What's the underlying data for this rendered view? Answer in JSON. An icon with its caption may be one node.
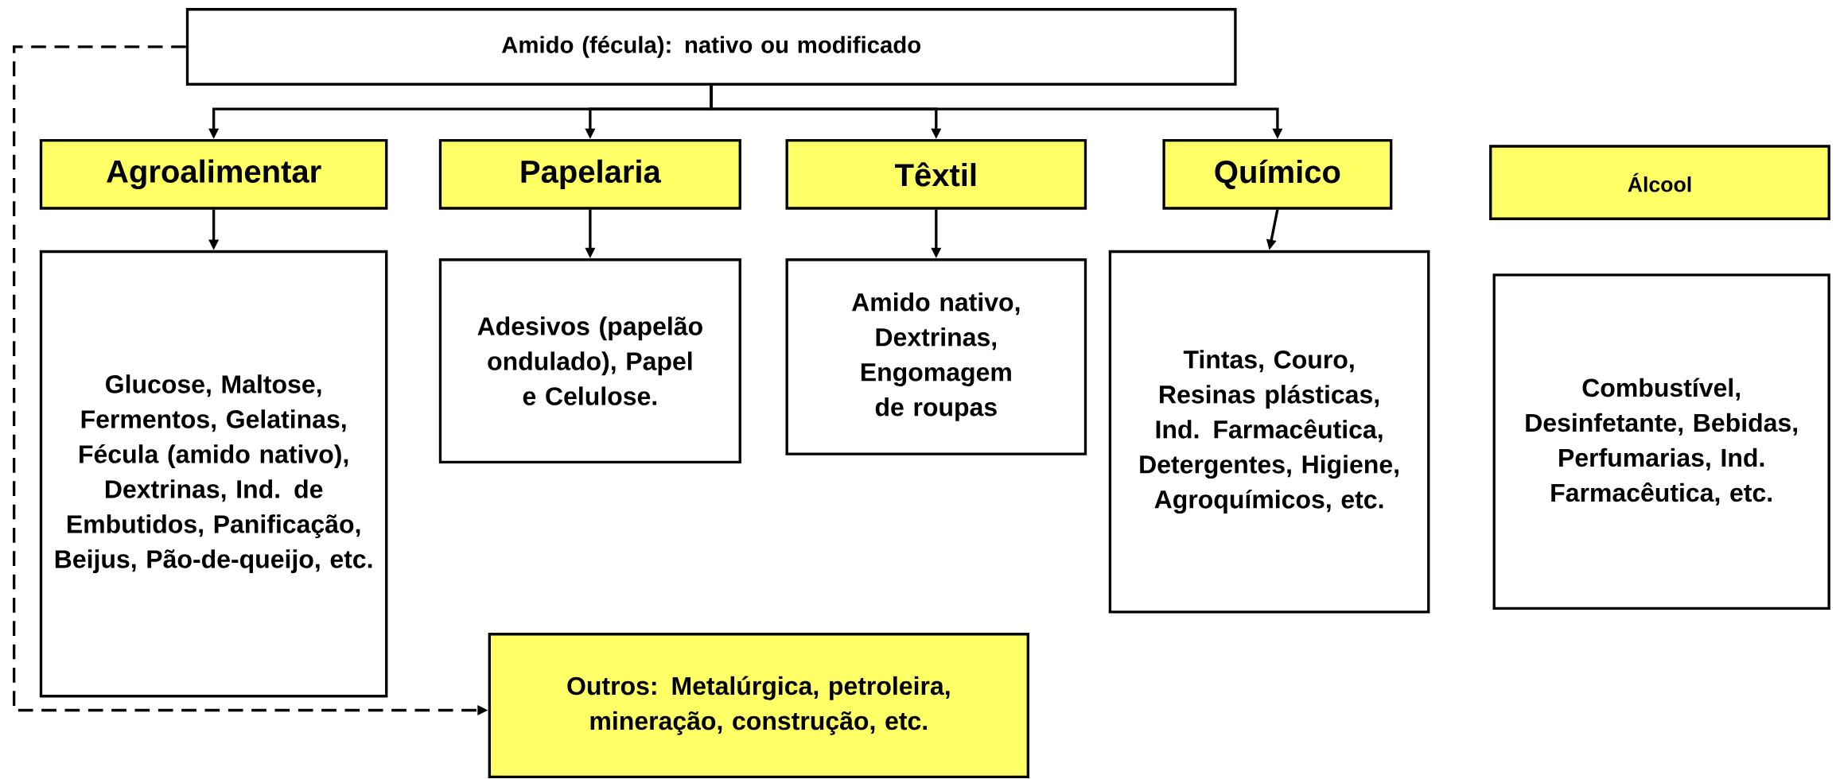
{
  "diagram": {
    "nodes": [
      {
        "text": [
          "Amido (fécula): nativo ou modificado"
        ]
      },
      {
        "text": [
          "Agroalimentar"
        ]
      },
      {
        "text": [
          "Papelaria"
        ]
      },
      {
        "text": [
          "Têxtil"
        ]
      },
      {
        "text": [
          "Químico"
        ]
      },
      {
        "text": [
          "Álcool"
        ]
      },
      {
        "text": [
          "Glucose, Maltose, Fermentos, Gelatinas, Fécula (amido nativo), Dextrinas, Ind. de Embutidos, Panificação, Beijus, Pão-de-queijo, etc."
        ]
      },
      {
        "text": [
          "Adesivos (papelão ondulado), Papel e Celulose."
        ]
      },
      {
        "text": [
          "Amido nativo, Dextrinas, Engomagem de roupas"
        ]
      },
      {
        "text": [
          "Tintas, Couro, Resinas plásticas, Ind. Farmacêutica, Detergentes, Higiene, Agroquímicos, etc."
        ]
      },
      {
        "text": [
          "Combustível, Desinfetante, Bebidas, Perfumarias, Ind. Farmacêutica, etc."
        ]
      },
      {
        "text": [
          "Outros: Metalúrgica, petroleira, mineração, construção, etc."
        ]
      }
    ],
    "edges": [
      {
        "from": 0,
        "to": 1,
        "arrow": "to"
      },
      {
        "from": 0,
        "to": 2,
        "arrow": "to"
      },
      {
        "from": 0,
        "to": 3,
        "arrow": "to"
      },
      {
        "from": 0,
        "to": 4,
        "arrow": "to"
      },
      {
        "from": 1,
        "to": 6,
        "arrow": "to"
      },
      {
        "from": 2,
        "to": 7,
        "arrow": "to"
      },
      {
        "from": 3,
        "to": 8,
        "arrow": "to"
      },
      {
        "from": 4,
        "to": 9,
        "arrow": "to"
      },
      {
        "from": 0,
        "to": 11,
        "arrow": "to",
        "style": "dashed"
      }
    ]
  }
}
